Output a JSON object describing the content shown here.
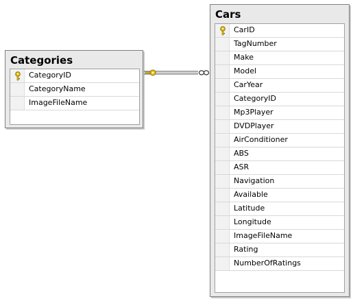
{
  "colors": {
    "table_fill": "#e9e9e9",
    "table_border": "#7f7f7f",
    "key_gold": "#e8c31a",
    "relationship_line": "#555555"
  },
  "tables": {
    "categories": {
      "title": "Categories",
      "primary_key": "CategoryID",
      "columns": [
        "CategoryID",
        "CategoryName",
        "ImageFileName"
      ]
    },
    "cars": {
      "title": "Cars",
      "primary_key": "CarID",
      "columns": [
        "CarID",
        "TagNumber",
        "Make",
        "Model",
        "CarYear",
        "CategoryID",
        "Mp3Player",
        "DVDPlayer",
        "AirConditioner",
        "ABS",
        "ASR",
        "Navigation",
        "Available",
        "Latitude",
        "Longitude",
        "ImageFileName",
        "Rating",
        "NumberOfRatings"
      ]
    }
  },
  "relationship": {
    "from_table": "Categories",
    "to_table": "Cars",
    "one_end_icon": "key-icon",
    "many_end_icon": "infinity-icon"
  }
}
